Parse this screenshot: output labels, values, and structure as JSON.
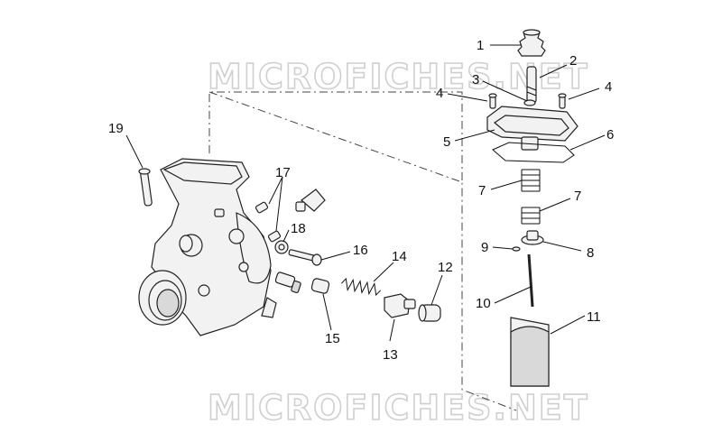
{
  "watermark": {
    "text": "MICROFICHES.NET"
  },
  "callouts": [
    "1",
    "2",
    "3",
    "4",
    "4",
    "5",
    "6",
    "7",
    "7",
    "8",
    "9",
    "10",
    "11",
    "12",
    "13",
    "14",
    "15",
    "16",
    "17",
    "18",
    "19"
  ]
}
